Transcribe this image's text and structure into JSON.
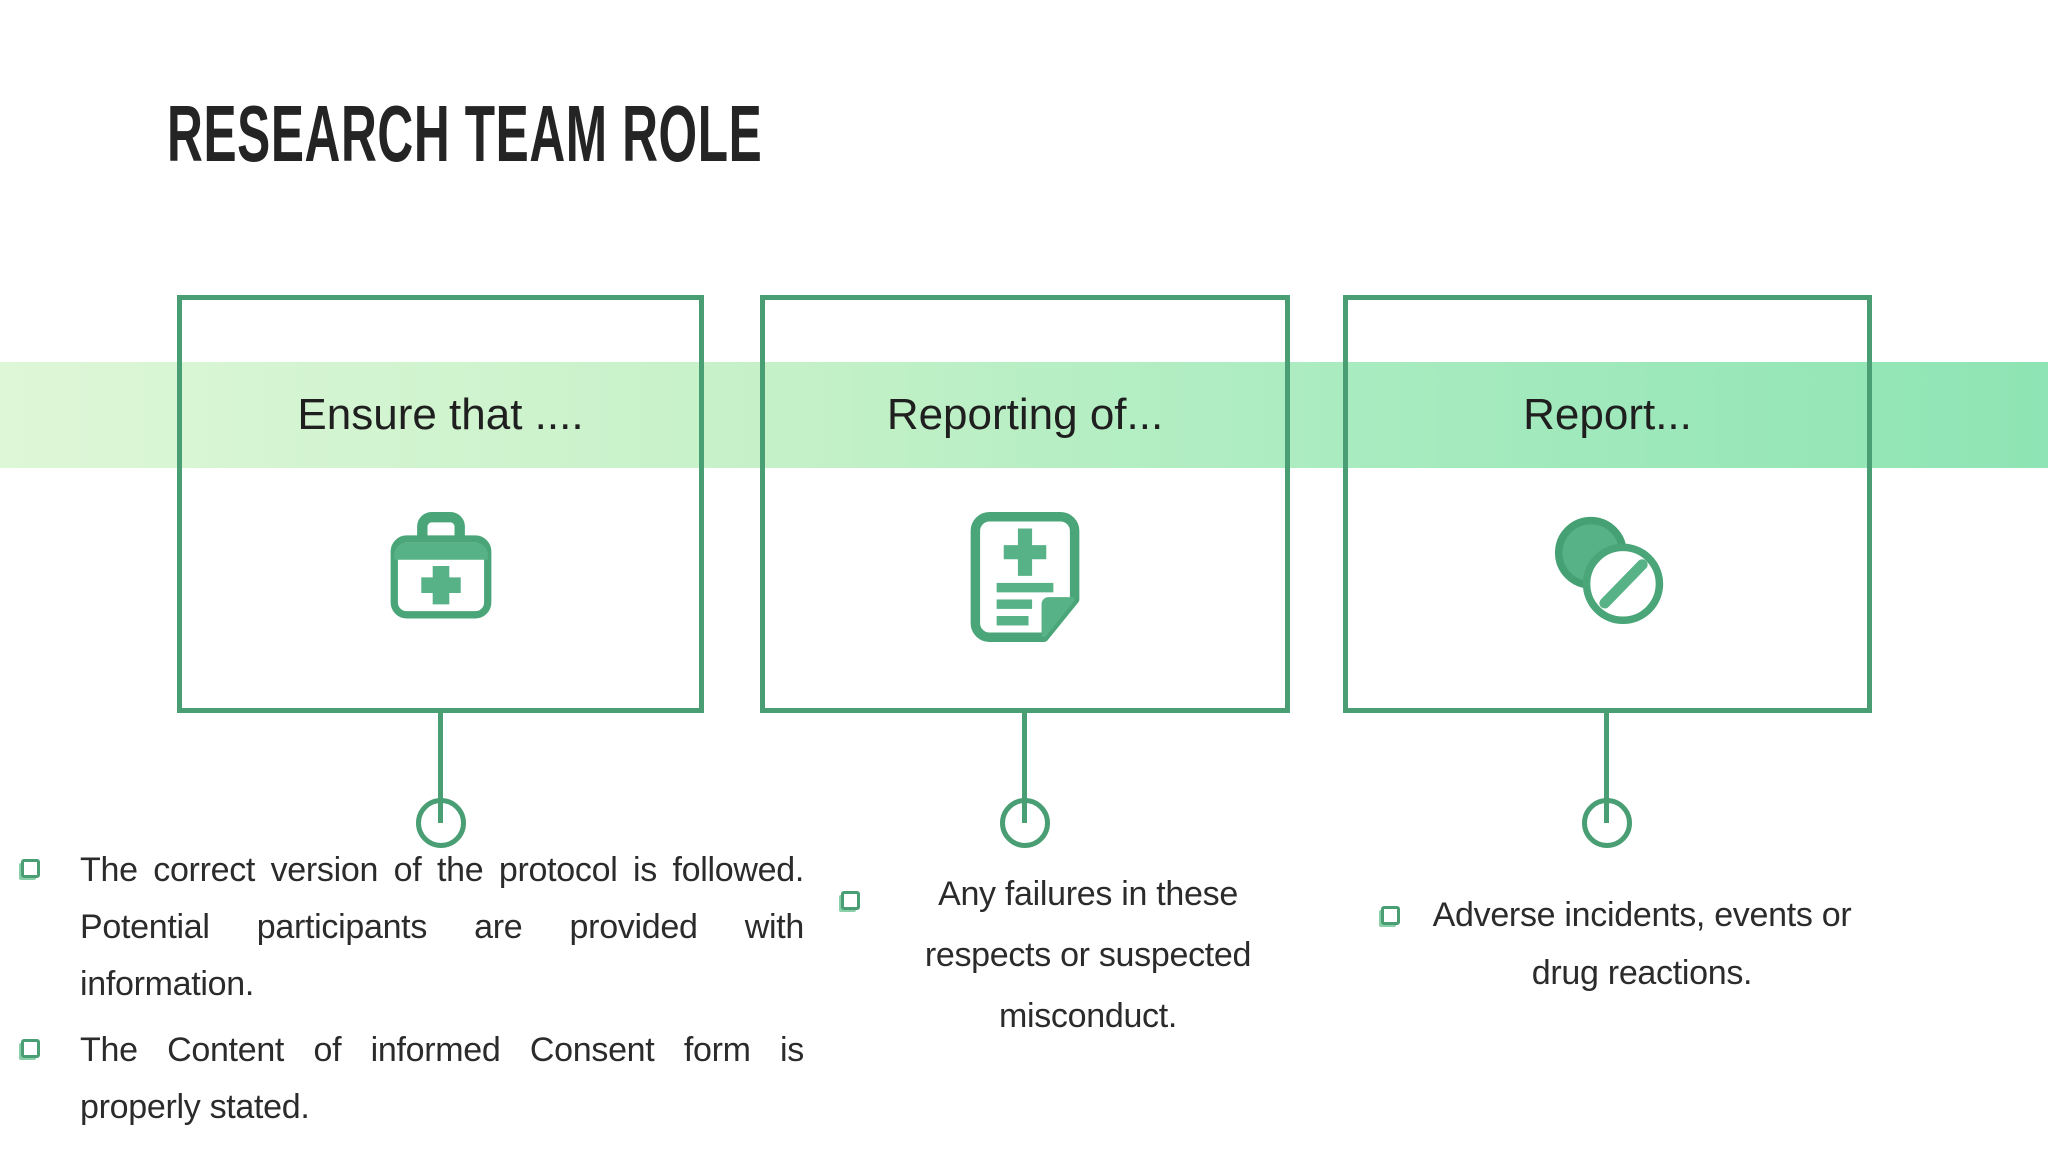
{
  "slide_title": "RESEARCH TEAM ROLE",
  "columns": [
    {
      "box_title": "Ensure that ....",
      "icon": "first-aid-kit-icon",
      "bullets": [
        "The correct version of the protocol is followed. Potential participants are provided with information.",
        "The Content of informed Consent form is properly stated."
      ]
    },
    {
      "box_title": "Reporting of...",
      "icon": "medical-report-icon",
      "bullets": [
        "Any failures in these respects or suspected misconduct."
      ]
    },
    {
      "box_title": "Report...",
      "icon": "pills-icon",
      "bullets": [
        "Adverse incidents, events or drug reactions."
      ]
    }
  ],
  "colors": {
    "box_border_green": "#4a9e74",
    "icon_green": "#57b287",
    "band_gradient_left": "#def7d7",
    "band_gradient_right": "#8ee4b4",
    "body_text": "#2b2b2b",
    "title_text": "#242424"
  }
}
